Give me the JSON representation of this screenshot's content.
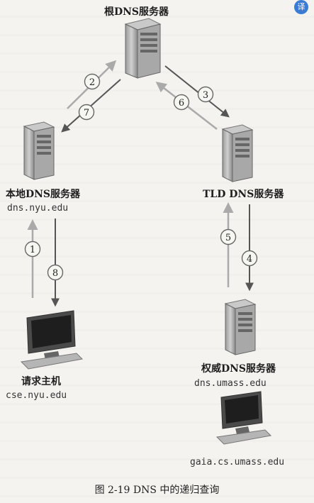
{
  "root_label": "根DNS服务器",
  "local_label": "本地DNS服务器",
  "local_host": "dns.nyu.edu",
  "tld_label": "TLD DNS服务器",
  "auth_label": "权威DNS服务器",
  "auth_host": "dns.umass.edu",
  "client_label": "请求主机",
  "client_host": "cse.nyu.edu",
  "target_host": "gaia.cs.umass.edu",
  "caption": "图 2-19  DNS 中的递归查询",
  "badge_text": "译",
  "steps": [
    "1",
    "2",
    "3",
    "4",
    "5",
    "6",
    "7",
    "8"
  ]
}
